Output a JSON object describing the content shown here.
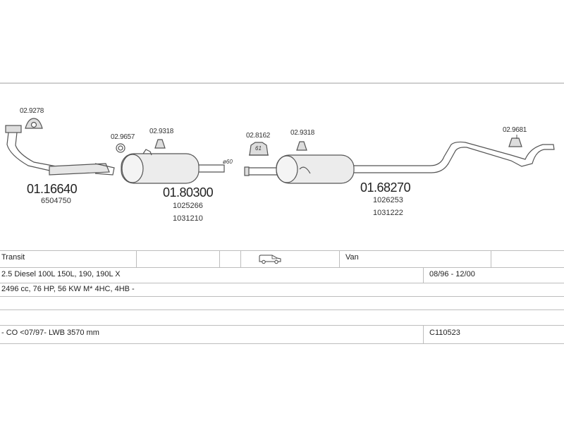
{
  "diagram": {
    "clamps": [
      {
        "code": "02.9278",
        "icon": "gasket-clamp-icon"
      },
      {
        "code": "02.9657",
        "icon": "ring-clamp-icon"
      },
      {
        "code": "02.9318",
        "icon": "hanger-icon"
      },
      {
        "code": "02.8162",
        "icon": "bracket-icon"
      },
      {
        "code": "02.9318",
        "icon": "hanger-icon"
      },
      {
        "code": "02.9681",
        "icon": "hanger-bracket-icon"
      }
    ],
    "bracket_mark": "61",
    "diameter_mark": "ø60",
    "parts": [
      {
        "number": "01.16640",
        "refs": [
          "6504750"
        ]
      },
      {
        "number": "01.80300",
        "refs": [
          "1025266",
          "1031210"
        ]
      },
      {
        "number": "01.68270",
        "refs": [
          "1026253",
          "1031222"
        ]
      }
    ]
  },
  "table": {
    "model": "Transit",
    "body_type": "Van",
    "vehicle_icon": "van-icon",
    "engine": "2.5 Diesel 100L 150L, 190, 190L X",
    "period": "08/96 - 12/00",
    "specs": "2496 cc, 76 HP, 56 KW M* 4HC, 4HB -",
    "notes": "- CO <07/97- LWB 3570 mm",
    "code": "C110523"
  }
}
